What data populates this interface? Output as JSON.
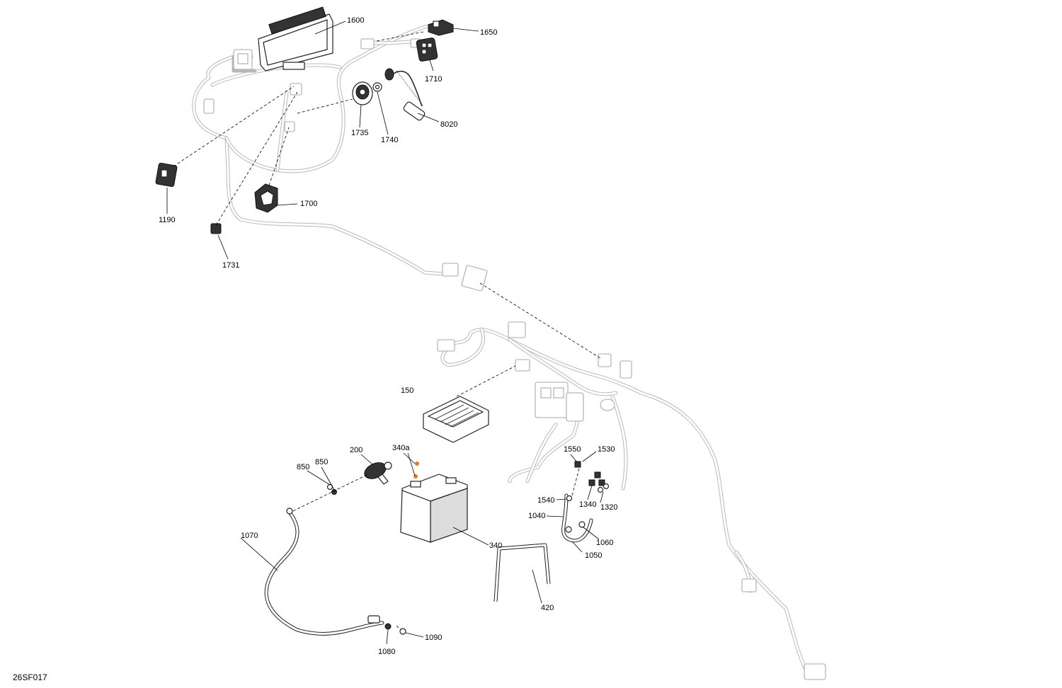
{
  "diagram": {
    "reference_code": "26SF017",
    "accent_color": "#e87722",
    "parts": [
      {
        "id": "1600",
        "label": "1600"
      },
      {
        "id": "1650",
        "label": "1650"
      },
      {
        "id": "1710",
        "label": "1710"
      },
      {
        "id": "1735",
        "label": "1735"
      },
      {
        "id": "1740",
        "label": "1740"
      },
      {
        "id": "8020",
        "label": "8020"
      },
      {
        "id": "1190",
        "label": "1190"
      },
      {
        "id": "1700",
        "label": "1700"
      },
      {
        "id": "1731",
        "label": "1731"
      },
      {
        "id": "150",
        "label": "150"
      },
      {
        "id": "200",
        "label": "200"
      },
      {
        "id": "340a",
        "label": "340a"
      },
      {
        "id": "850a",
        "label": "850"
      },
      {
        "id": "850b",
        "label": "850"
      },
      {
        "id": "1550",
        "label": "1550"
      },
      {
        "id": "1530",
        "label": "1530"
      },
      {
        "id": "1540",
        "label": "1540"
      },
      {
        "id": "1340",
        "label": "1340"
      },
      {
        "id": "1320",
        "label": "1320"
      },
      {
        "id": "1040",
        "label": "1040"
      },
      {
        "id": "1060",
        "label": "1060"
      },
      {
        "id": "1050",
        "label": "1050"
      },
      {
        "id": "1070",
        "label": "1070"
      },
      {
        "id": "340",
        "label": "340"
      },
      {
        "id": "420",
        "label": "420"
      },
      {
        "id": "1080",
        "label": "1080"
      },
      {
        "id": "1090",
        "label": "1090"
      }
    ]
  }
}
